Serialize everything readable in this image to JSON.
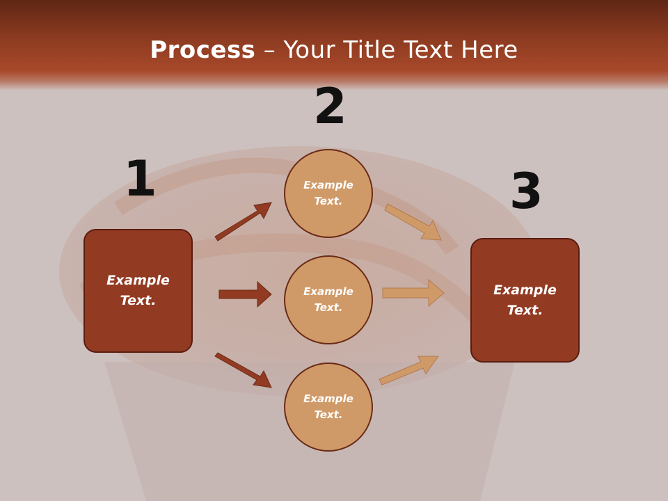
{
  "slide": {
    "title_bold": "Process",
    "title_rest": " – Your Title Text Here"
  },
  "steps": {
    "one": "1",
    "two": "2",
    "three": "3"
  },
  "left_box": {
    "text": "Example\nText."
  },
  "right_box": {
    "text": "Example\nText."
  },
  "circles": [
    {
      "text": "Example\nText."
    },
    {
      "text": "Example\nText."
    },
    {
      "text": "Example\nText."
    }
  ],
  "colors": {
    "header": "#8a3a20",
    "box_fill": "#923a22",
    "circle_fill": "#d09a68",
    "arrow_dark": "#923a22",
    "arrow_light": "#d09a68"
  }
}
